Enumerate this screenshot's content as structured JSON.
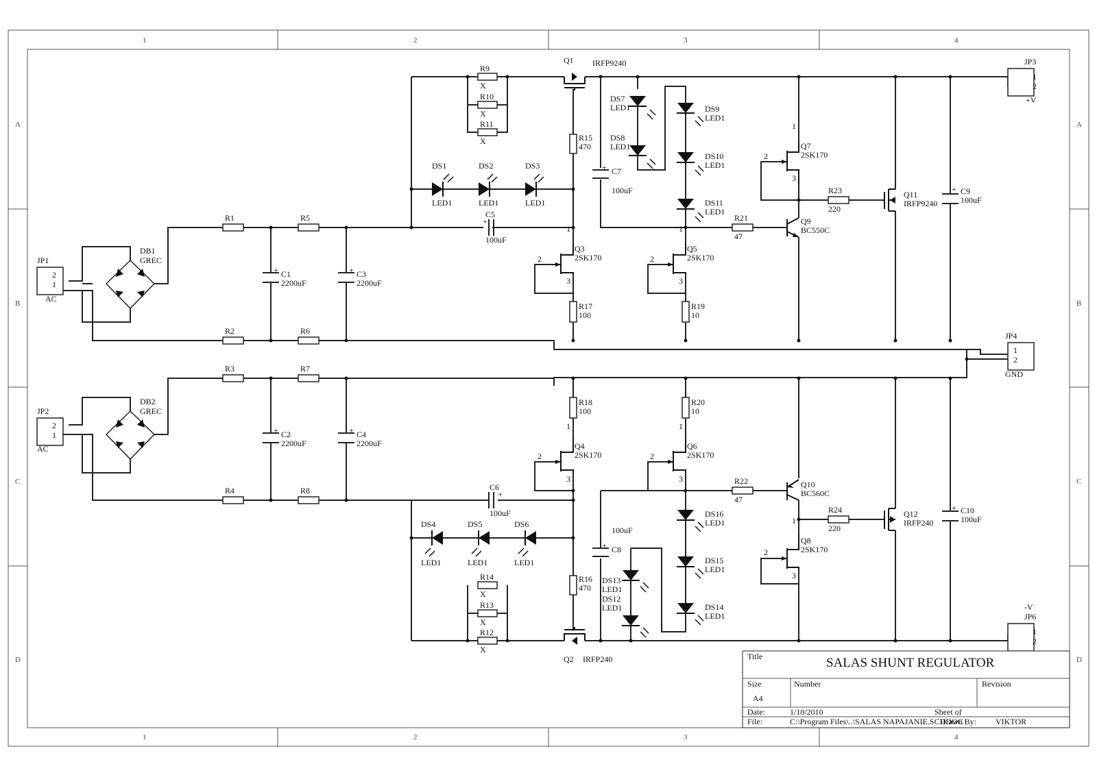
{
  "frame": {
    "zones_cols": [
      "1",
      "2",
      "3",
      "4"
    ],
    "zones_rows": [
      "A",
      "B",
      "C",
      "D"
    ]
  },
  "title_block": {
    "title_label": "Title",
    "title": "SALAS SHUNT REGULATOR",
    "size_label": "Size",
    "size": "A4",
    "number_label": "Number",
    "revision_label": "Revision",
    "date_label": "Date:",
    "date": "1/10/2010",
    "sheet_label": "Sheet of",
    "file_label": "File:",
    "file": "C:\\Program Files\\..\\SALAS NAPAJANIE.SCHDOC",
    "drawn_label": "Drawn By:",
    "drawn_by": "VIKTOR"
  },
  "connectors": {
    "jp1": {
      "ref": "JP1",
      "pins": [
        "2",
        "1"
      ],
      "label": "AC"
    },
    "jp2": {
      "ref": "JP2",
      "pins": [
        "2",
        "1"
      ],
      "label": "AC"
    },
    "jp3": {
      "ref": "JP3",
      "pins": [
        "1",
        "2"
      ],
      "label": "+V"
    },
    "jp4": {
      "ref": "JP4",
      "pins": [
        "1",
        "2"
      ],
      "label": "GND"
    },
    "jp6": {
      "ref": "JP6",
      "pins": [
        "1",
        "2"
      ],
      "label": "-V"
    }
  },
  "bridges": {
    "db1": {
      "ref": "DB1",
      "value": "GREC"
    },
    "db2": {
      "ref": "DB2",
      "value": "GREC"
    }
  },
  "resistors": {
    "r1": {
      "ref": "R1"
    },
    "r2": {
      "ref": "R2"
    },
    "r3": {
      "ref": "R3"
    },
    "r4": {
      "ref": "R4"
    },
    "r5": {
      "ref": "R5"
    },
    "r6": {
      "ref": "R6"
    },
    "r7": {
      "ref": "R7"
    },
    "r8": {
      "ref": "R8"
    },
    "r9": {
      "ref": "R9",
      "value": "X"
    },
    "r10": {
      "ref": "R10",
      "value": "X"
    },
    "r11": {
      "ref": "R11",
      "value": "X"
    },
    "r12": {
      "ref": "R12",
      "value": "X"
    },
    "r13": {
      "ref": "R13",
      "value": "X"
    },
    "r14": {
      "ref": "R14",
      "value": "X"
    },
    "r15": {
      "ref": "R15",
      "value": "470"
    },
    "r16": {
      "ref": "R16",
      "value": "470"
    },
    "r17": {
      "ref": "R17",
      "value": "100"
    },
    "r18": {
      "ref": "R18",
      "value": "100"
    },
    "r19": {
      "ref": "R19",
      "value": "10"
    },
    "r20": {
      "ref": "R20",
      "value": "10"
    },
    "r21": {
      "ref": "R21",
      "value": "47"
    },
    "r22": {
      "ref": "R22",
      "value": "47"
    },
    "r23": {
      "ref": "R23",
      "value": "220"
    },
    "r24": {
      "ref": "R24",
      "value": "220"
    }
  },
  "capacitors": {
    "c1": {
      "ref": "C1",
      "value": "2200uF"
    },
    "c2": {
      "ref": "C2",
      "value": "2200uF"
    },
    "c3": {
      "ref": "C3",
      "value": "2200uF"
    },
    "c4": {
      "ref": "C4",
      "value": "2200uF"
    },
    "c5": {
      "ref": "C5",
      "value": "100uF"
    },
    "c6": {
      "ref": "C6",
      "value": "100uF"
    },
    "c7": {
      "ref": "C7",
      "value": "100uF"
    },
    "c8": {
      "ref": "C8",
      "value": "100uF"
    },
    "c9": {
      "ref": "C9",
      "value": "100uF"
    },
    "c10": {
      "ref": "C10",
      "value": "100uF"
    }
  },
  "leds": {
    "ds1": {
      "ref": "DS1",
      "value": "LED1"
    },
    "ds2": {
      "ref": "DS2",
      "value": "LED1"
    },
    "ds3": {
      "ref": "DS3",
      "value": "LED1"
    },
    "ds4": {
      "ref": "DS4",
      "value": "LED1"
    },
    "ds5": {
      "ref": "DS5",
      "value": "LED1"
    },
    "ds6": {
      "ref": "DS6",
      "value": "LED1"
    },
    "ds7": {
      "ref": "DS7",
      "value": "LED1"
    },
    "ds8": {
      "ref": "DS8",
      "value": "LED1"
    },
    "ds9": {
      "ref": "DS9",
      "value": "LED1"
    },
    "ds10": {
      "ref": "DS10",
      "value": "LED1"
    },
    "ds11": {
      "ref": "DS11",
      "value": "LED1"
    },
    "ds12": {
      "ref": "DS12",
      "value": "LED1"
    },
    "ds13": {
      "ref": "DS13",
      "value": "LED1"
    },
    "ds14": {
      "ref": "DS14",
      "value": "LED1"
    },
    "ds15": {
      "ref": "DS15",
      "value": "LED1"
    },
    "ds16": {
      "ref": "DS16",
      "value": "LED1"
    }
  },
  "transistors": {
    "q1": {
      "ref": "Q1",
      "value": "IRFP9240"
    },
    "q2": {
      "ref": "Q2",
      "value": "IRFP240"
    },
    "q3": {
      "ref": "Q3",
      "value": "2SK170"
    },
    "q4": {
      "ref": "Q4",
      "value": "2SK170"
    },
    "q5": {
      "ref": "Q5",
      "value": "2SK170"
    },
    "q6": {
      "ref": "Q6",
      "value": "2SK170"
    },
    "q7": {
      "ref": "Q7",
      "value": "2SK170"
    },
    "q8": {
      "ref": "Q8",
      "value": "2SK170"
    },
    "q9": {
      "ref": "Q9",
      "value": "BC550C"
    },
    "q10": {
      "ref": "Q10",
      "value": "BC560C"
    },
    "q11": {
      "ref": "Q11",
      "value": "IRFP9240"
    },
    "q12": {
      "ref": "Q12",
      "value": "IRFP240"
    }
  },
  "pin_numbers": {
    "one": "1",
    "two": "2",
    "three": "3"
  }
}
